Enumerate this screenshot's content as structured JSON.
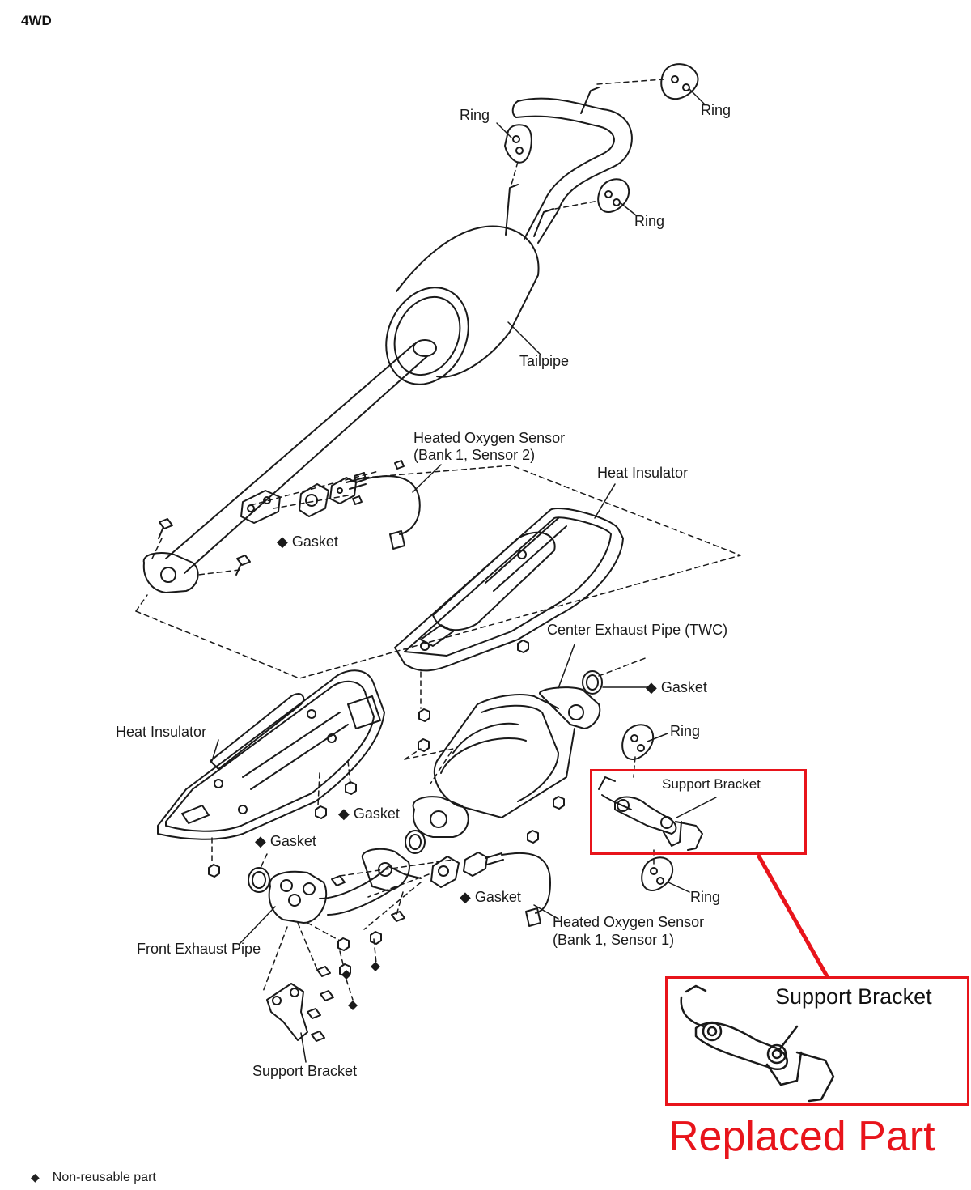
{
  "variant": "4WD",
  "labels": {
    "ring_top_left": "Ring",
    "ring_top_right": "Ring",
    "ring_mid_right": "Ring",
    "tailpipe": "Tailpipe",
    "ho2s_bank1_sensor2_line1": "Heated Oxygen Sensor",
    "ho2s_bank1_sensor2_line2": "(Bank 1, Sensor 2)",
    "gasket_upper": "Gasket",
    "heat_insulator_upper": "Heat Insulator",
    "center_exhaust_pipe": "Center Exhaust Pipe (TWC)",
    "gasket_center": "Gasket",
    "heat_insulator_lower": "Heat Insulator",
    "ring_lower_1": "Ring",
    "support_bracket_right": "Support Bracket",
    "gasket_mid": "Gasket",
    "gasket_lower_left": "Gasket",
    "ring_lower_2": "Ring",
    "gasket_lower_right": "Gasket",
    "ho2s_bank1_sensor1_line1": "Heated Oxygen Sensor",
    "ho2s_bank1_sensor1_line2": "(Bank 1, Sensor 1)",
    "front_exhaust_pipe": "Front Exhaust Pipe",
    "support_bracket_bottom": "Support Bracket"
  },
  "non_reusable_marker": "◆",
  "inset": {
    "title": "Support Bracket",
    "caption": "Replaced Part"
  },
  "legend": {
    "symbol": "◆",
    "text": "Non-reusable part"
  },
  "colors": {
    "highlight": "#e8141b",
    "line": "#1a1a1a"
  }
}
